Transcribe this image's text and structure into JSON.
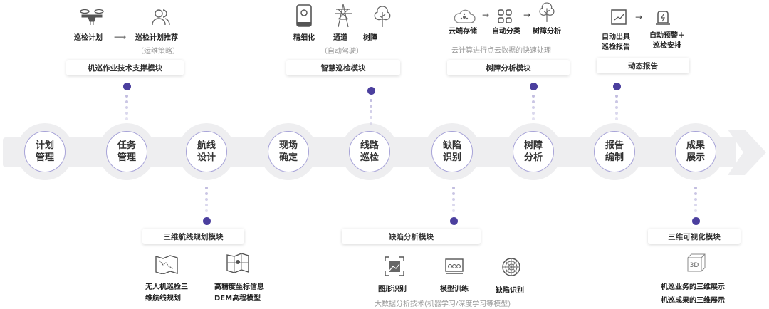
{
  "steps": [
    "计划\n管理",
    "任务\n管理",
    "航线\n设计",
    "现场\n确定",
    "线路\n巡检",
    "缺陷\n识别",
    "树障\n分析",
    "报告\n编制",
    "成果\n展示"
  ],
  "top": {
    "m1": {
      "box": "机巡作业技术支撑模块",
      "a": "巡检计划",
      "b": "巡检计划推荐",
      "b_sub": "（运维策略）",
      "arrow": "⟶"
    },
    "m2": {
      "box": "智慧巡检模块",
      "a": "精细化",
      "b": "通道",
      "c": "树障",
      "sub": "（自动驾驶）"
    },
    "m3": {
      "box": "树障分析模块",
      "a": "云端存储",
      "b": "自动分类",
      "c": "树障分析",
      "sub": "云计算进行点云数据的快速处理",
      "arrow": "→"
    },
    "m4": {
      "box": "动态报告",
      "a": "自动出具\n巡检报告",
      "b": "自动预警＋\n巡检安排",
      "arrow": "→"
    }
  },
  "bottom": {
    "m1": {
      "box": "三维航线规划模块",
      "a": "无人机巡检三\n维航线规划",
      "b": "高精度坐标信息\nDEM高程模型"
    },
    "m2": {
      "box": "缺陷分析模块",
      "a": "图形识别",
      "b": "模型训练",
      "c": "缺陷识别",
      "sub": "大数据分析技术(机器学习/深度学习等模型)"
    },
    "m3": {
      "box": "三维可视化模块",
      "a": "机巡业务的三维展示",
      "b": "机巡成果的三维展示"
    }
  },
  "colors": {
    "accent": "#4b3f9e",
    "band": "#eeeef0"
  }
}
